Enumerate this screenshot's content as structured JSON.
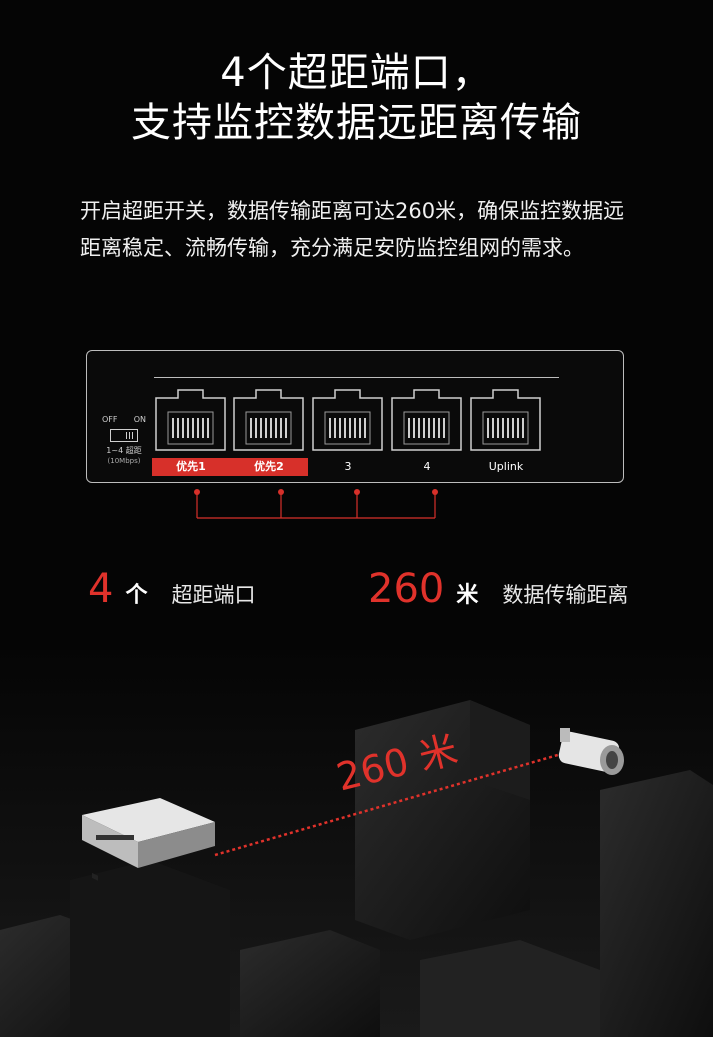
{
  "title": {
    "line1": "4个超距端口，",
    "line2": "支持监控数据远距离传输"
  },
  "description": "开启超距开关，数据传输距离可达260米，确保监控数据远距离稳定、流畅传输，充分满足安防监控组网的需求。",
  "panel": {
    "switch_off": "OFF",
    "switch_on": "ON",
    "switch_caption": "1~4 超距",
    "switch_note": "(10Mbps)",
    "ports": [
      {
        "label": "优先1",
        "highlight": true
      },
      {
        "label": "优先2",
        "highlight": true
      },
      {
        "label": "3",
        "highlight": false
      },
      {
        "label": "4",
        "highlight": false
      },
      {
        "label": "Uplink",
        "highlight": false
      }
    ]
  },
  "stats": [
    {
      "number": "4",
      "unit": "个",
      "label": "超距端口"
    },
    {
      "number": "260",
      "unit": "米",
      "label": "数据传输距离"
    }
  ],
  "illustration": {
    "distance_label": "260 米",
    "device_icon": "switch-device-icon",
    "camera_icon": "bullet-camera-icon"
  },
  "colors": {
    "accent": "#e0322b",
    "background": "#050505",
    "text": "#ffffff"
  }
}
